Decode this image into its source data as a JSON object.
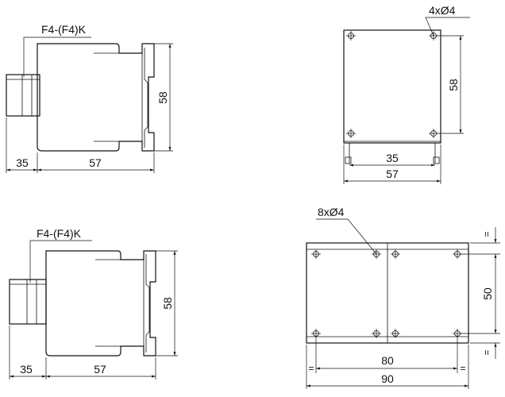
{
  "views": {
    "top_left": {
      "label": "F4-(F4)K",
      "dim_height": "58",
      "dim_a": "35",
      "dim_b": "57"
    },
    "top_right": {
      "holes": "4xØ4",
      "dim_height": "58",
      "dim_inner": "35",
      "dim_outer": "57"
    },
    "bottom_left": {
      "label": "F4-(F4)K",
      "dim_height": "58",
      "dim_a": "35",
      "dim_b": "57"
    },
    "bottom_right": {
      "holes": "8xØ4",
      "dim_height": "50",
      "dim_inner": "80",
      "dim_outer": "90",
      "equal_mark": "="
    }
  }
}
